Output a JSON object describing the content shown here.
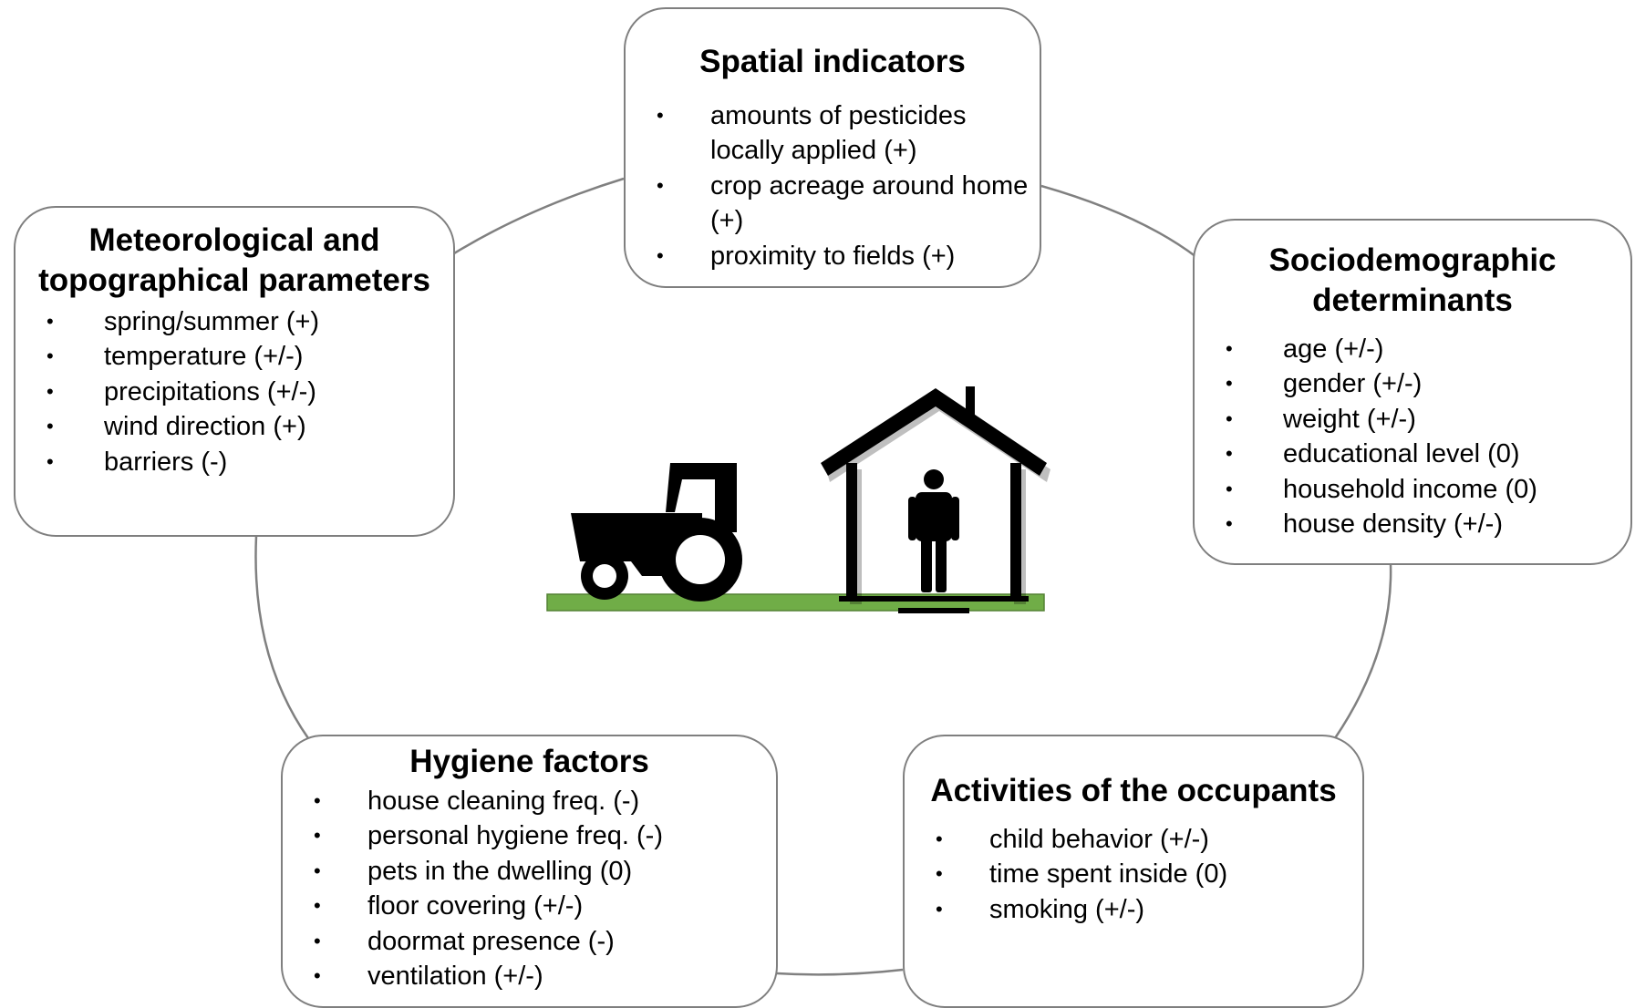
{
  "boxes": {
    "spatial": {
      "title": "Spatial indicators",
      "items": [
        "amounts of pesticides locally applied (+)",
        "crop acreage around home (+)",
        "proximity to fields (+)"
      ]
    },
    "meteorological": {
      "title": "Meteorological and topographical parameters",
      "items": [
        "spring/summer (+)",
        "temperature (+/-)",
        "precipitations (+/-)",
        "wind direction (+)",
        "barriers (-)"
      ]
    },
    "sociodemographic": {
      "title": "Sociodemographic determinants",
      "items": [
        "age (+/-)",
        "gender (+/-)",
        "weight (+/-)",
        "educational level (0)",
        "household income (0)",
        "house density (+/-)"
      ]
    },
    "hygiene": {
      "title": "Hygiene factors",
      "items": [
        "house cleaning freq. (-)",
        "personal hygiene freq. (-)",
        "pets in the dwelling (0)",
        "floor covering  (+/-)",
        "doormat presence (-)",
        "ventilation (+/-)"
      ]
    },
    "activities": {
      "title": "Activities of the occupants",
      "items": [
        "child behavior (+/-)",
        "time spent inside (0)",
        "smoking (+/-)"
      ]
    }
  },
  "colors": {
    "border": "#7f7f7f",
    "connector": "#808080",
    "ground": "#70ad47",
    "ground_border": "#548235",
    "icon": "#000000"
  },
  "icons": [
    "tractor-icon",
    "house-icon",
    "person-icon"
  ]
}
